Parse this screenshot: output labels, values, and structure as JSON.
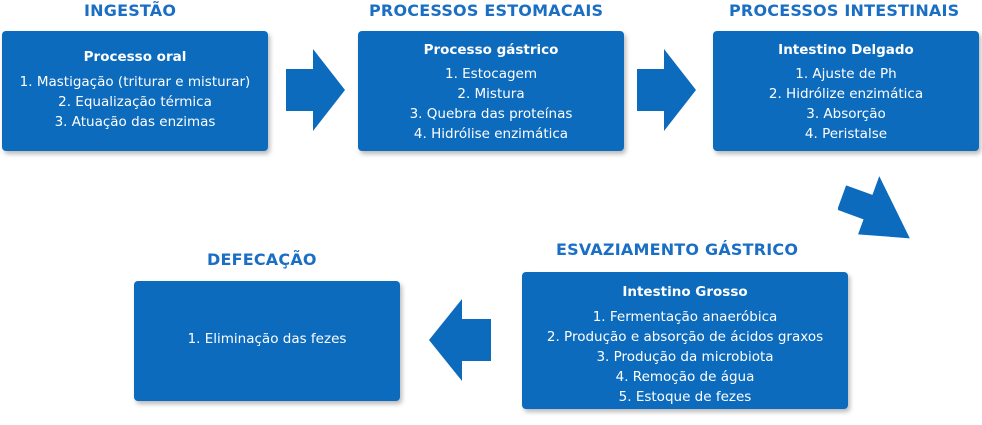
{
  "stages": {
    "ingestao": {
      "heading": "INGESTÃO",
      "title": "Processo oral",
      "items": [
        "1. Mastigação (triturar e misturar)",
        "2. Equalização térmica",
        "3. Atuação das enzimas"
      ]
    },
    "estomacais": {
      "heading": "PROCESSOS ESTOMACAIS",
      "title": "Processo gástrico",
      "items": [
        "1. Estocagem",
        "2. Mistura",
        "3. Quebra das proteínas",
        "4. Hidrólise enzimática"
      ]
    },
    "intestinais": {
      "heading": "PROCESSOS INTESTINAIS",
      "title": "Intestino Delgado",
      "items": [
        "1. Ajuste de Ph",
        "2. Hidrólize enzimática",
        "3. Absorção",
        "4. Peristalse"
      ]
    },
    "esvaziamento": {
      "heading": "ESVAZIAMENTO GÁSTRICO",
      "title": "Intestino Grosso",
      "items": [
        "1. Fermentação anaeróbica",
        "2. Produção e absorção de ácidos graxos",
        "3. Produção da microbiota",
        "4. Remoção de água",
        "5. Estoque de fezes"
      ]
    },
    "defecacao": {
      "heading": "DEFECAÇÃO",
      "title": "",
      "items": [
        "1. Eliminação das fezes"
      ]
    }
  },
  "colors": {
    "box": "#0c6bbd",
    "heading": "#1a6fc4",
    "arrow": "#0c6bbd"
  }
}
